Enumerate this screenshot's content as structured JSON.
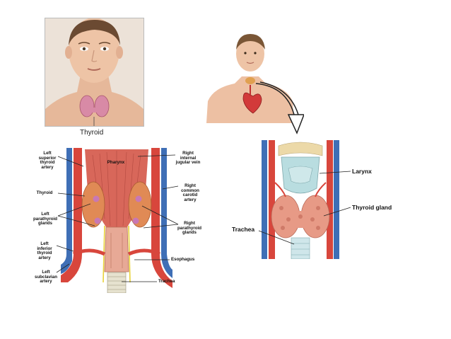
{
  "top_left": {
    "caption": "Thyroid"
  },
  "bottom_left": {
    "labels": {
      "left_superior_thyroid_artery": "Left superior thyroid artery",
      "pharynx": "Pharynx",
      "right_internal_jugular_vein": "Right internal jugular vein",
      "thyroid": "Thyroid",
      "right_common_carotid_artery": "Right common carotid artery",
      "left_parathyroid_glands": "Left parathyroid glands",
      "right_parathyroid_glands": "Right parathyroid glands",
      "left_inferior_thyroid_artery": "Left inferior thyroid artery",
      "esophagus": "Esophagus",
      "left_subclavian_artery": "Left subclavian artery",
      "trachea": "Trachea"
    }
  },
  "bottom_right": {
    "labels": {
      "larynx": "Larynx",
      "thyroid_gland": "Thyroid gland",
      "trachea": "Trachea"
    }
  }
}
